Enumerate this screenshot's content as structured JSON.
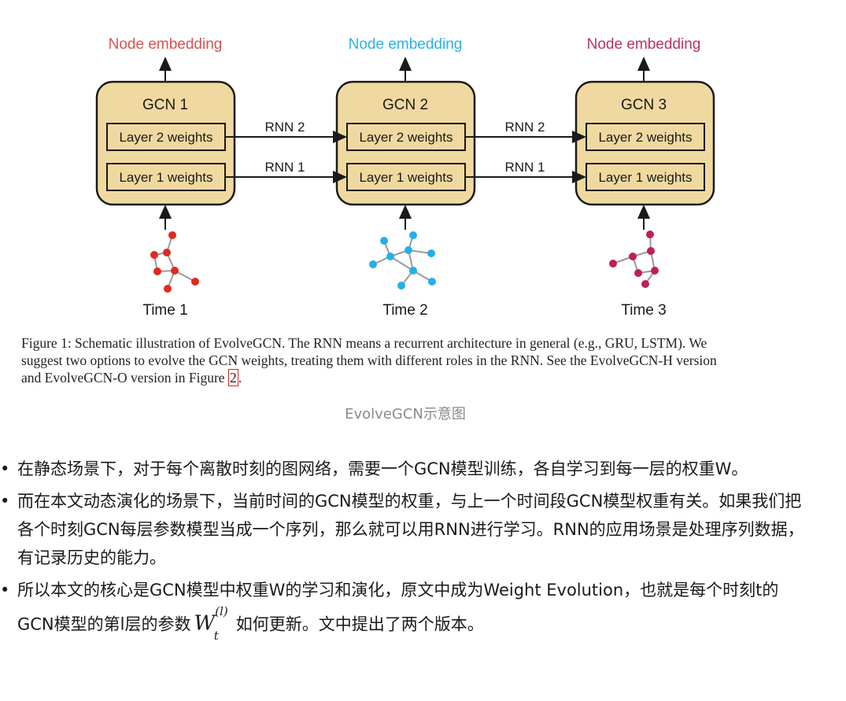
{
  "figure": {
    "colors": {
      "box_fill": "#f0d9a0",
      "box_stroke": "#1a1a1a",
      "time1": "#e23b30",
      "time2": "#2ab2e6",
      "time3": "#c4225a",
      "edge": "#9a9a9a",
      "label_text": "#1a1a1a"
    },
    "node_embedding_labels": [
      "Node embedding",
      "Node embedding",
      "Node embedding"
    ],
    "gcn_titles": [
      "GCN 1",
      "GCN 2",
      "GCN 3"
    ],
    "layer2_label": "Layer 2 weights",
    "layer1_label": "Layer 1 weights",
    "rnn_top_label": "RNN 2",
    "rnn_bottom_label": "RNN 1",
    "time_labels": [
      "Time 1",
      "Time 2",
      "Time 3"
    ]
  },
  "paper_caption": {
    "line1": "Figure 1: Schematic illustration of EvolveGCN. The RNN means a recurrent architecture in general (e.g., GRU, LSTM). We",
    "line2": "suggest two options to evolve the GCN weights, treating them with different roles in the RNN. See the EvolveGCN-H version",
    "line3_prefix": "and EvolveGCN-O version in Figure ",
    "line3_ref": "2",
    "line3_suffix": "."
  },
  "caption": "EvolveGCN示意图",
  "bullets": [
    "在静态场景下，对于每个离散时刻的图网络，需要一个GCN模型训练，各自学习到每一层的权重W。",
    "而在本文动态演化的场景下，当前时间的GCN模型的权重，与上一个时间段GCN模型权重有关。如果我们把各个时刻GCN每层参数模型当成一个序列，那么就可以用RNN进行学习。RNN的应用场景是处理序列数据，有记录历史的能力。"
  ],
  "bullet3": {
    "before": "所以本文的核心是GCN模型中权重W的学习和演化，原文中成为Weight Evolution，也就是每个时刻t的GCN模型的第l层的参数",
    "math_base": "W",
    "math_sup": "(l)",
    "math_sub": "t",
    "after": "如何更新。文中提出了两个版本。"
  },
  "bullet_symbol": "•"
}
